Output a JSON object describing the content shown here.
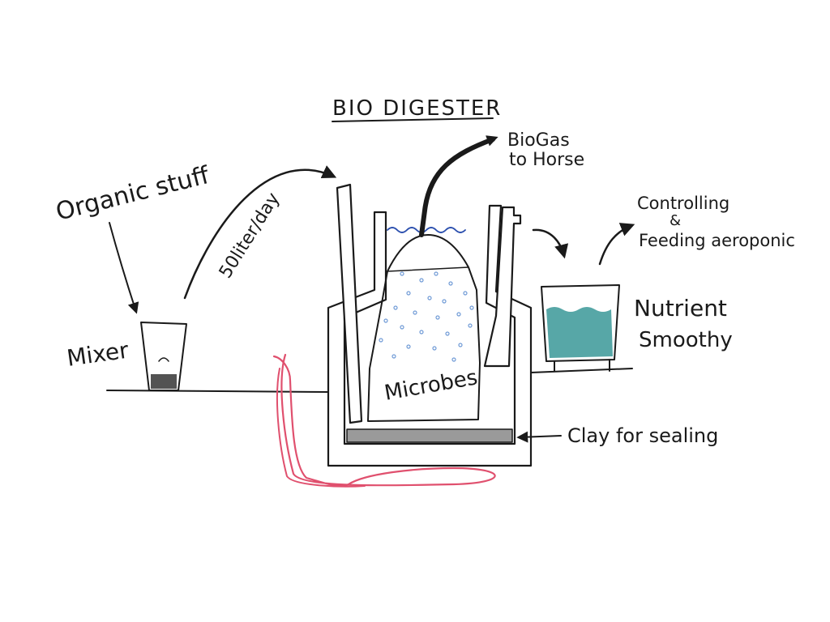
{
  "diagram": {
    "title": "BIO DIGESTER",
    "labels": {
      "organic_stuff": "Organic stuff",
      "mixer": "Mixer",
      "flow_rate": "50liter/day",
      "biogas_line1": "BioGas",
      "biogas_line2": "to Horse",
      "controlling_line1": "Controlling",
      "controlling_line2": "&",
      "controlling_line3": "Feeding aeroponic",
      "nutrient_line1": "Nutrient",
      "nutrient_line2": "Smoothy",
      "microbes": "Microbes",
      "clay": "Clay for sealing"
    },
    "colors": {
      "ink": "#1a1a1a",
      "heating_pipe": "#e0506e",
      "water": "#2b4fae",
      "nutrient": "#1f8a8a",
      "bubbles": "#6f9ad6"
    }
  }
}
